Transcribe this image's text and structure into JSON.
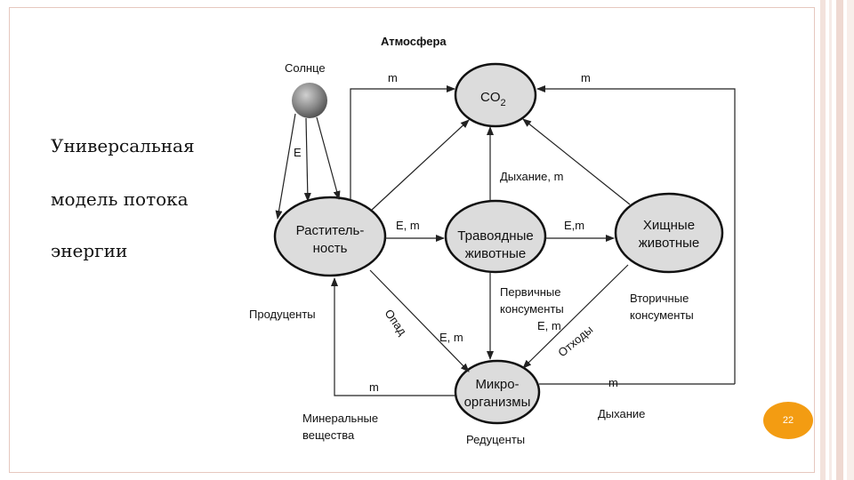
{
  "slide": {
    "title_lines": [
      "Универсальная",
      "модель потока",
      "энергии"
    ],
    "page_number": "22",
    "accent_color": "#f39c12"
  },
  "diagram": {
    "heading": "Атмосфера",
    "sun_label": "Солнце",
    "nodes": {
      "co2": "CO",
      "co2_sub": "2",
      "plants": [
        "Раститель-",
        "ность"
      ],
      "herbivores": [
        "Травоядные",
        "животные"
      ],
      "predators": [
        "Хищные",
        "животные"
      ],
      "microbes": [
        "Микро-",
        "организмы"
      ]
    },
    "labels": {
      "m_left": "m",
      "m_right": "m",
      "e_sun": "E",
      "breath_m": "Дыхание, m",
      "e_m_1": "E, m",
      "e_m_2": "E,m",
      "producers": "Продуценты",
      "fall": "Опад",
      "e_m_3": "E, m",
      "primary": [
        "Первичные",
        "консументы",
        "E, m"
      ],
      "secondary": [
        "Вторичные",
        "консументы"
      ],
      "waste": "Отходы",
      "m_bottom_left": "m",
      "m_bottom_right": "m",
      "minerals": [
        "Минеральные",
        "вещества"
      ],
      "reducers": "Редуценты",
      "breathing": "Дыхание"
    }
  }
}
